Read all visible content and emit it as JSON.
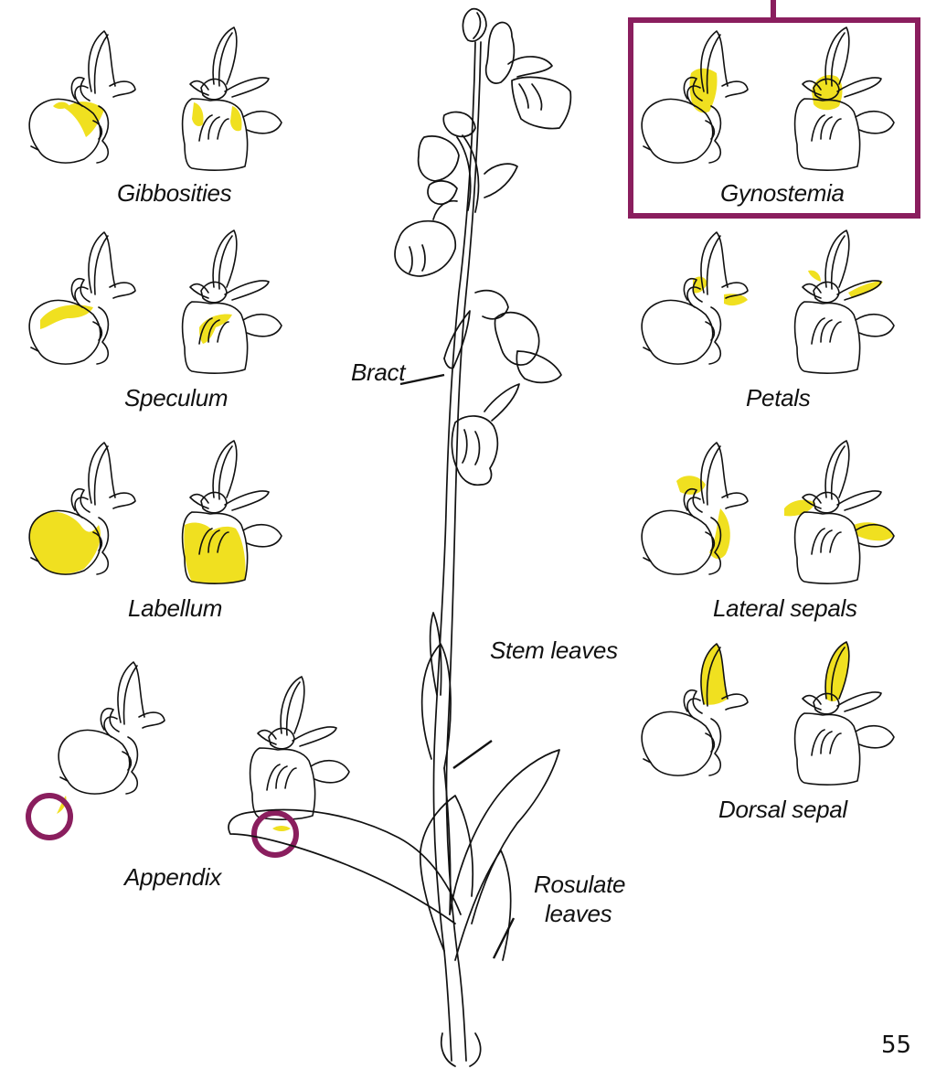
{
  "colors": {
    "highlight": "#f0e020",
    "frame": "#8a1e5e",
    "line": "#111111",
    "background": "#ffffff"
  },
  "page": {
    "number": "55"
  },
  "labels": {
    "gibbosities": "Gibbosities",
    "speculum": "Speculum",
    "labellum": "Labellum",
    "appendix": "Appendix",
    "gynostemia": "Gynostemia",
    "petals": "Petals",
    "lateral_sepals": "Lateral sepals",
    "dorsal_sepal": "Dorsal sepal",
    "bract": "Bract",
    "stem_leaves": "Stem leaves",
    "rosulate_leaves_1": "Rosulate",
    "rosulate_leaves_2": "leaves"
  },
  "diagram": {
    "flower_pairs": [
      {
        "part": "Gibbosities",
        "highlight": "gibbosities"
      },
      {
        "part": "Speculum",
        "highlight": "speculum"
      },
      {
        "part": "Labellum",
        "highlight": "labellum"
      },
      {
        "part": "Appendix",
        "highlight": "appendix"
      },
      {
        "part": "Gynostemia",
        "highlight": "gynostemia"
      },
      {
        "part": "Petals",
        "highlight": "petals"
      },
      {
        "part": "Lateral sepals",
        "highlight": "lateral-sepals"
      },
      {
        "part": "Dorsal sepal",
        "highlight": "dorsal-sepal"
      }
    ]
  }
}
